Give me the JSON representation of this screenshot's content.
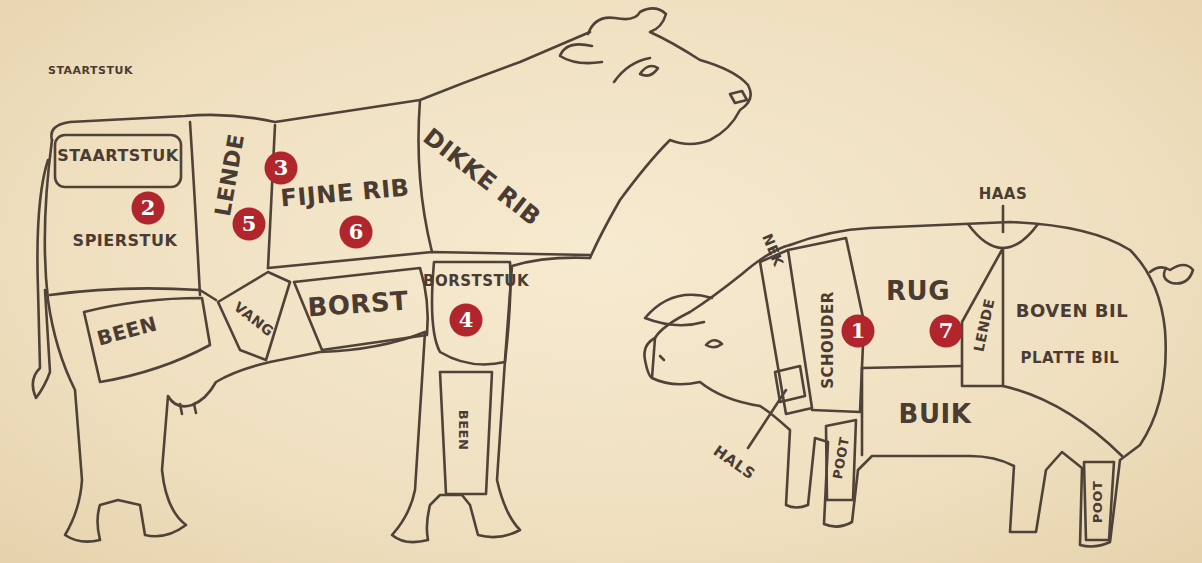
{
  "diagram": {
    "nodes": [
      {
        "text": [
          "3"
        ]
      },
      {
        "text": [
          "2"
        ]
      },
      {
        "text": [
          "5"
        ]
      },
      {
        "text": [
          "6"
        ]
      },
      {
        "text": [
          "4"
        ]
      },
      {
        "text": [
          "1"
        ]
      },
      {
        "text": [
          "7"
        ]
      }
    ],
    "labels": [
      "STAARTSTUK",
      "STAARTSTUK",
      "LENDE",
      "FIJNE RIB",
      "DIKKE RIB",
      "SPIERSTUK",
      "BORST",
      "BORSTSTUK",
      "BEEN",
      "VANG",
      "BEEN",
      "HAAS",
      "NEK",
      "RUG",
      "BOVEN BIL",
      "SCHOUDER",
      "LENDE",
      "PLATTE BIL",
      "BUIK",
      "POOT",
      "HALS",
      "POOT"
    ]
  }
}
